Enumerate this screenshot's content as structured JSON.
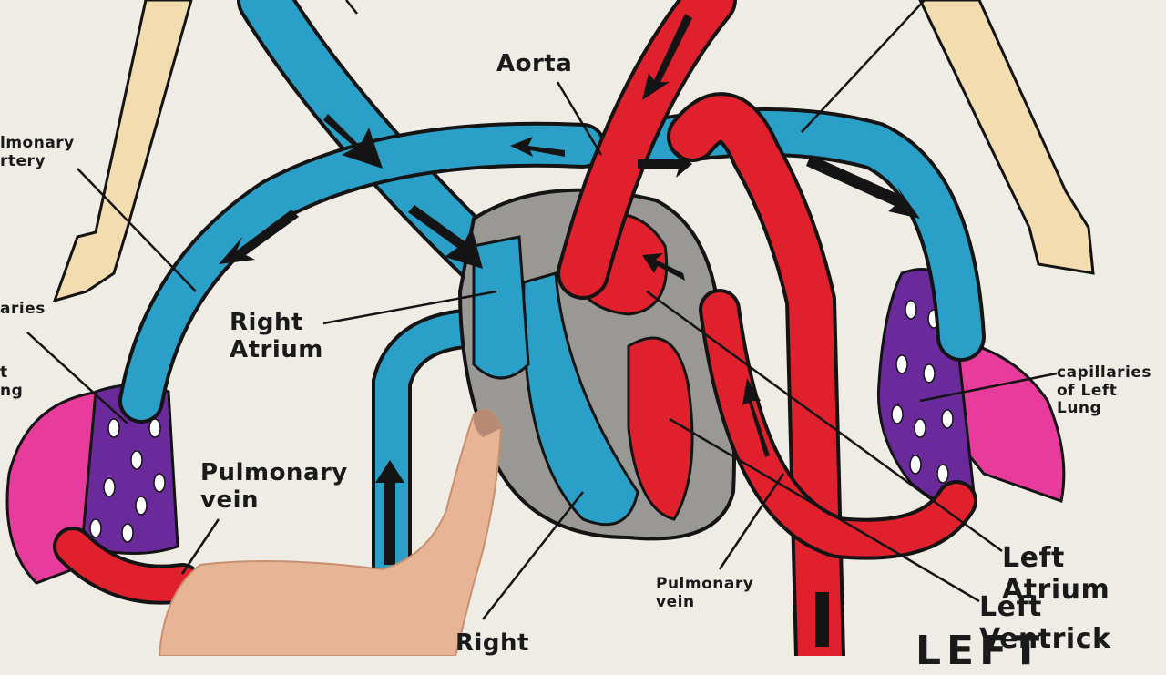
{
  "labels": {
    "pulmonary_artery_left": "lmonary\nrtery",
    "capillaries_right_lung": "aries",
    "lung_right_fragment": "t\nng",
    "right_atrium": "Right\nAtrium",
    "pulmonary_vein_left": "Pulmonary\nvein",
    "aorta": "Aorta",
    "right_ventricle_fragment": "Right",
    "pulmonary_vein_center": "Pulmonary\nvein",
    "capillaries_left_lung": "capillaries\nof Left\nLung",
    "left_atrium": "Left Atrium",
    "left_ventricle": "Left Ventrick",
    "left_side_heading": "LEFT"
  },
  "colors": {
    "background": "#efece6",
    "oxygenated_blood": "#e0202c",
    "deoxygenated_blood": "#2aa0c8",
    "heart_wall": "#9a9894",
    "lung": "#e83c9c",
    "capillaries": "#6a2a9c",
    "arm": "#f3dcb0",
    "skin": "#e7b496",
    "ink": "#141414"
  }
}
